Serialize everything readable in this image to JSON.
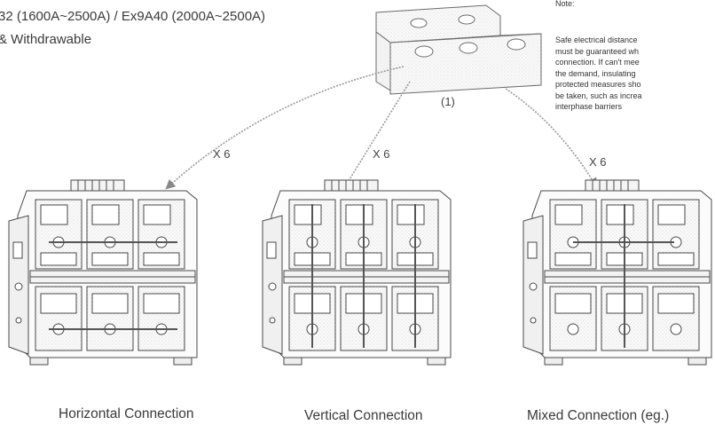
{
  "header": {
    "line1": "32 (1600A~2500A) / Ex9A40 (2000A~2500A)",
    "line2": "& Withdrawable"
  },
  "note": {
    "title": "Note:",
    "lines": [
      "Safe electrical distance",
      "must be guaranteed wh",
      "connection. If can't mee",
      "the demand, insulating",
      "protected measures sho",
      "be taken, such as increa",
      "interphase barriers"
    ]
  },
  "part": {
    "label": "(1)"
  },
  "multipliers": [
    "X 6",
    "X 6",
    "X 6"
  ],
  "captions": [
    "Horizontal Connection",
    "Vertical Connection",
    "Mixed Connection (eg.)"
  ],
  "colors": {
    "line": "#4a4a4a",
    "arrow": "#8a8a8a",
    "text": "#333333"
  }
}
